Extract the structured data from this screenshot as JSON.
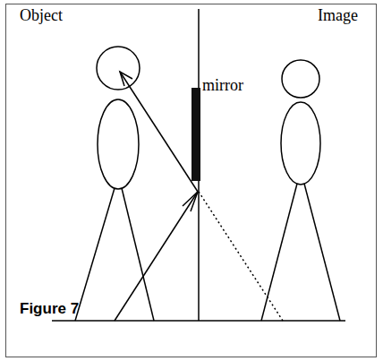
{
  "diagram": {
    "caption": "Figure 7",
    "labels": [
      "Object",
      "Image",
      "mirror"
    ]
  }
}
